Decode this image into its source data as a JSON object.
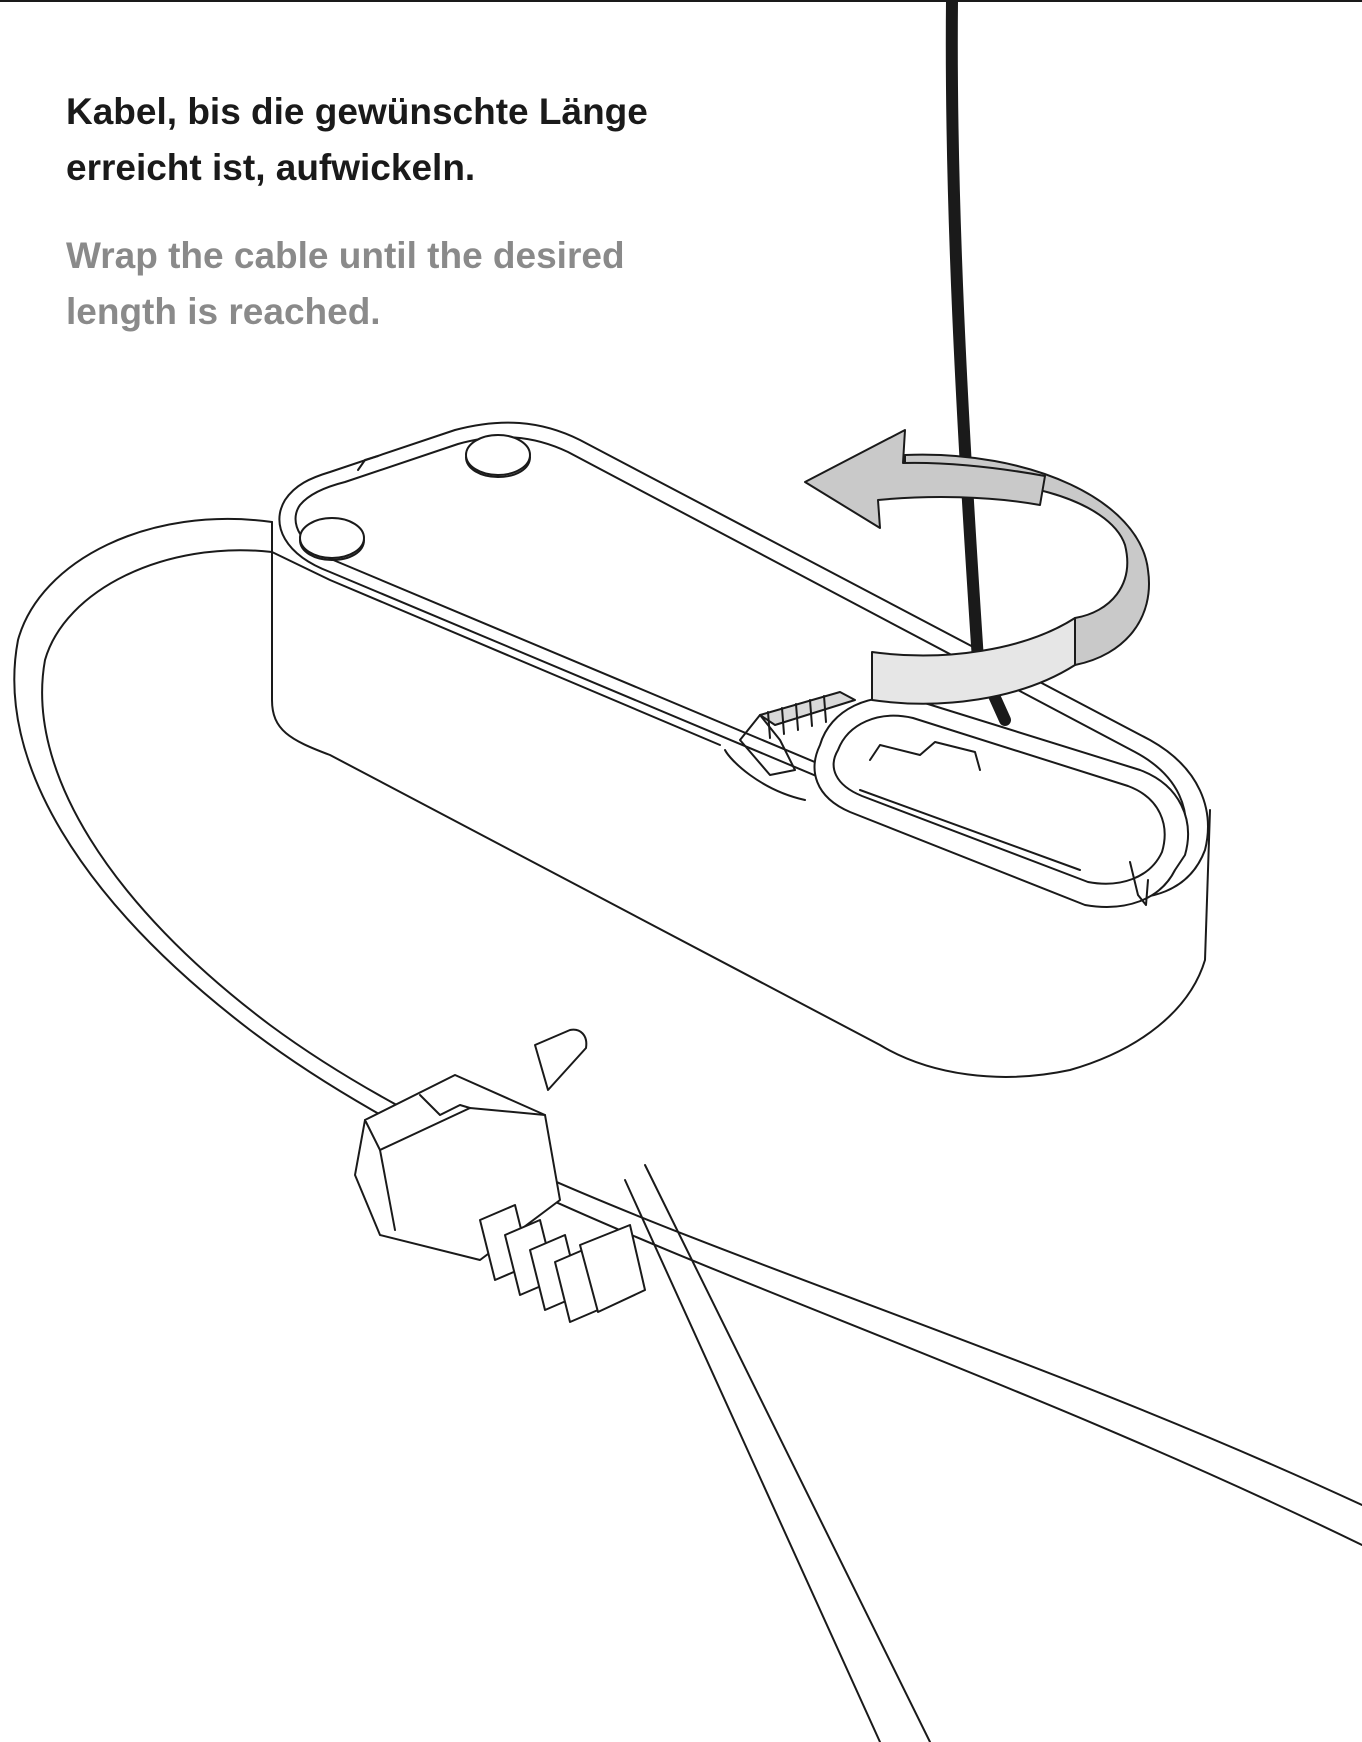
{
  "instruction": {
    "title_de": "Kabel, bis die gewünschte Länge erreicht ist, aufwickeln.",
    "title_en": "Wrap the cable until the desired length is reached."
  },
  "colors": {
    "line": "#1a1a1a",
    "arrow_fill": "#c9c9c9",
    "arrow_shade": "#e6e6e6",
    "text_primary": "#1a1a1a",
    "text_secondary": "#8a8a8a",
    "background": "#ffffff"
  },
  "icons": {
    "wrap_direction": "curved-arrow-icon",
    "device": "cable-reel-housing",
    "plug": "schuko-plug"
  }
}
